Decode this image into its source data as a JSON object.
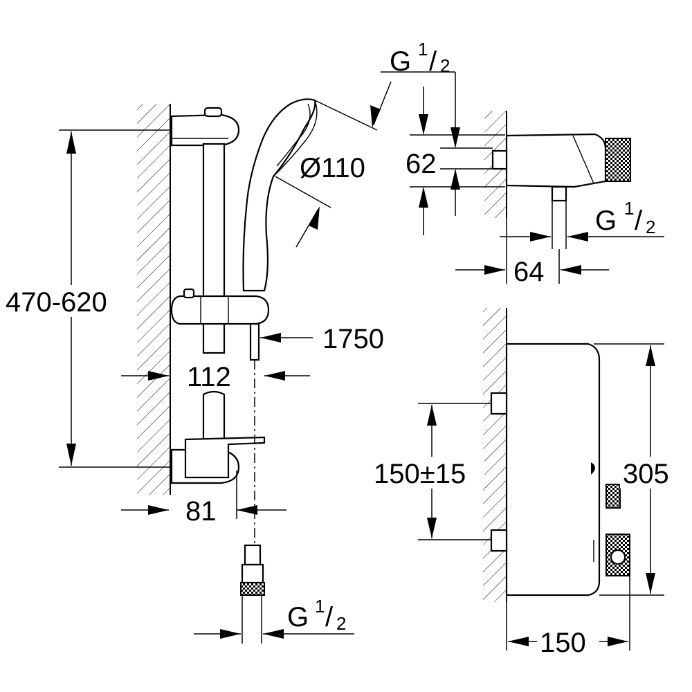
{
  "labels": {
    "height_range": "470-620",
    "hose_length": "1750",
    "rail_offset": "112",
    "holder_offset": "81",
    "handshower_diameter": "Ø110",
    "thread_top": {
      "main": "G",
      "num": "1",
      "den": "2"
    },
    "thread_hose": {
      "main": "G",
      "num": "1",
      "den": "2"
    },
    "thread_outlet": {
      "main": "G",
      "num": "1",
      "den": "2"
    },
    "mixer_depth_top": "62",
    "outlet_offset": "64",
    "connection_spacing": "150±15",
    "mixer_height": "305",
    "mixer_depth": "150"
  }
}
